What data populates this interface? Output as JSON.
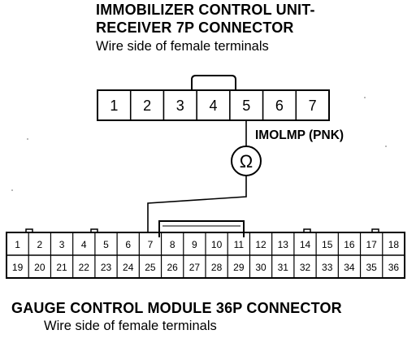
{
  "top_connector": {
    "title_line1": "IMMOBILIZER CONTROL UNIT-",
    "title_line2": "RECEIVER 7P CONNECTOR",
    "subtitle": "Wire side of female terminals",
    "pins": [
      "1",
      "2",
      "3",
      "4",
      "5",
      "6",
      "7"
    ]
  },
  "wire": {
    "label": "IMOLMP (PNK)",
    "meter_symbol": "Ω"
  },
  "bottom_connector": {
    "title": "GAUGE CONTROL MODULE 36P CONNECTOR",
    "subtitle": "Wire side of female terminals",
    "pins_row1": [
      "1",
      "2",
      "3",
      "4",
      "5",
      "6",
      "7",
      "8",
      "9",
      "10",
      "11",
      "12",
      "13",
      "14",
      "15",
      "16",
      "17",
      "18"
    ],
    "pins_row2": [
      "19",
      "20",
      "21",
      "22",
      "23",
      "24",
      "25",
      "26",
      "27",
      "28",
      "29",
      "30",
      "31",
      "32",
      "33",
      "34",
      "35",
      "36"
    ]
  }
}
